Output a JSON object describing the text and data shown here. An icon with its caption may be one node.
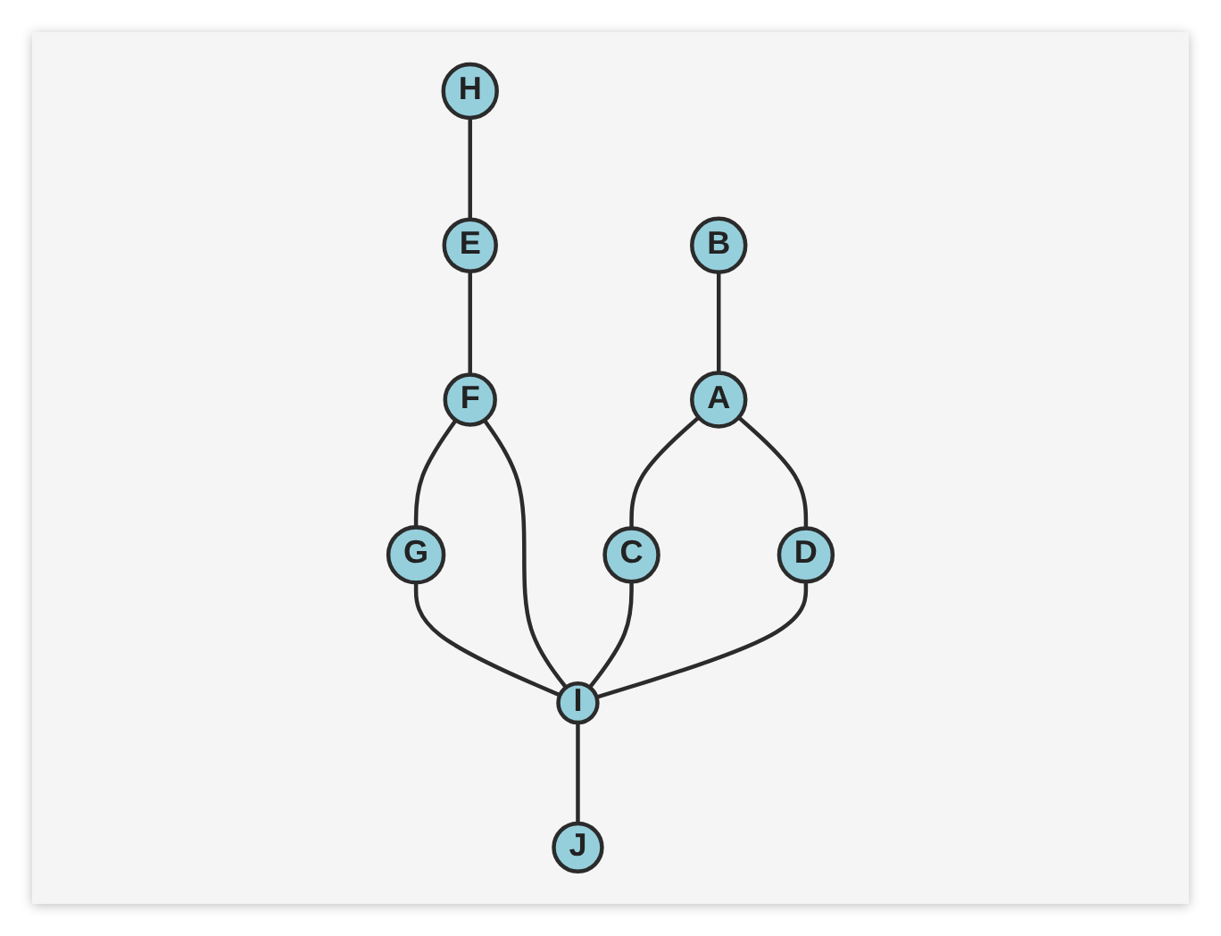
{
  "diagram": {
    "nodes": [
      {
        "text": [
          "H"
        ]
      },
      {
        "text": [
          "E"
        ]
      },
      {
        "text": [
          "F"
        ]
      },
      {
        "text": [
          "B"
        ]
      },
      {
        "text": [
          "G"
        ]
      },
      {
        "text": [
          "A"
        ]
      },
      {
        "text": [
          "C"
        ]
      },
      {
        "text": [
          "D"
        ]
      },
      {
        "text": [
          "I"
        ]
      },
      {
        "text": [
          "J"
        ]
      }
    ],
    "edges": [
      {
        "from": 0,
        "to": 1,
        "arrow": "none"
      },
      {
        "from": 1,
        "to": 2,
        "arrow": "none"
      },
      {
        "from": 2,
        "to": 4,
        "arrow": "none"
      },
      {
        "from": 2,
        "to": 8,
        "arrow": "none"
      },
      {
        "from": 3,
        "to": 5,
        "arrow": "none"
      },
      {
        "from": 5,
        "to": 6,
        "arrow": "none"
      },
      {
        "from": 5,
        "to": 7,
        "arrow": "none"
      },
      {
        "from": 6,
        "to": 8,
        "arrow": "none"
      },
      {
        "from": 7,
        "to": 8,
        "arrow": "none"
      },
      {
        "from": 4,
        "to": 8,
        "arrow": "none"
      },
      {
        "from": 8,
        "to": 9,
        "arrow": "none"
      }
    ]
  }
}
